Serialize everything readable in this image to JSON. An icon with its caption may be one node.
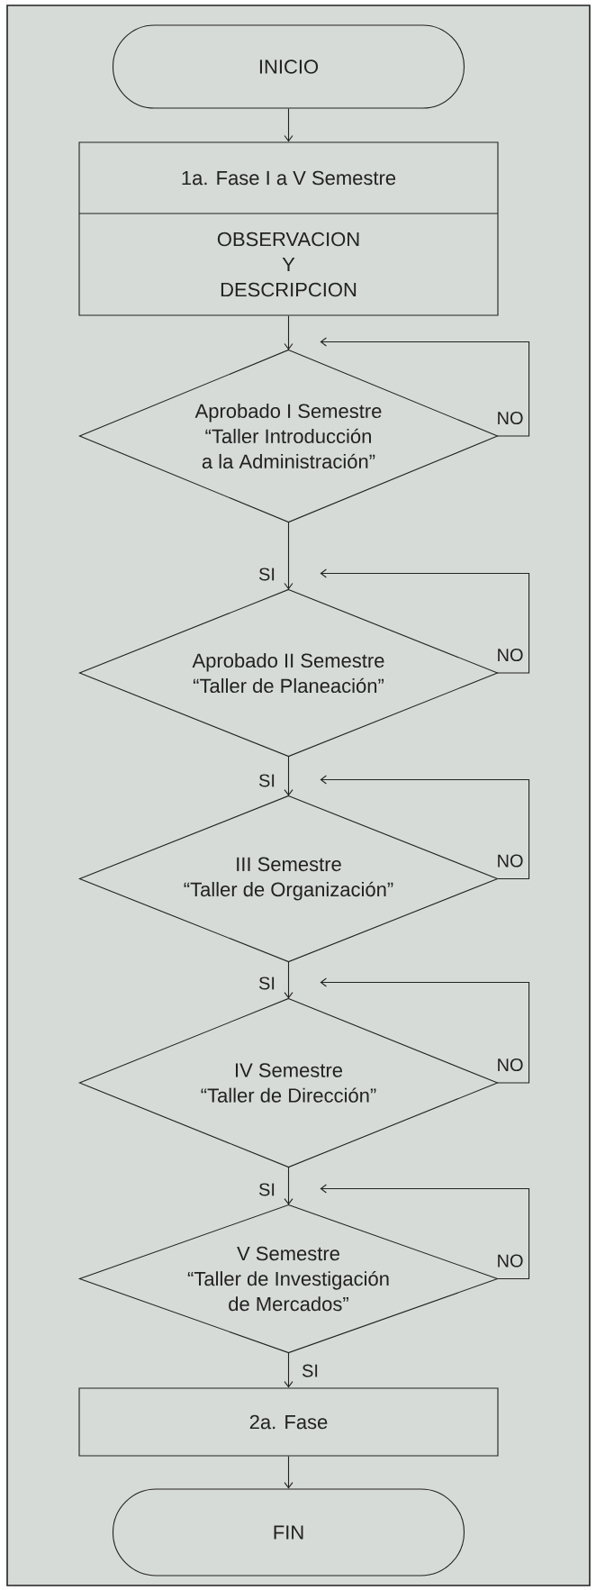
{
  "diagram": {
    "nodes": [
      {
        "text": [
          "INICIO"
        ]
      },
      {
        "text": [
          "1a. Fase I a V Semestre",
          "OBSERVACION Y DESCRIPCION"
        ]
      },
      {
        "text": [
          "Aprobado I Semestre “Taller Introducción a la Administración”"
        ]
      },
      {
        "text": [
          "Aprobado II Semestre “Taller de Planeación”"
        ]
      },
      {
        "text": [
          "III Semestre “Taller de Organización”"
        ]
      },
      {
        "text": [
          "IV Semestre “Taller de Dirección”"
        ]
      },
      {
        "text": [
          "V Semestre “Taller de Investigación de Mercados”"
        ]
      },
      {
        "text": [
          "2a. Fase"
        ]
      },
      {
        "text": [
          "FIN"
        ]
      }
    ],
    "edges": [
      {
        "from": 0,
        "to": 1,
        "arrow": "to"
      },
      {
        "from": 1,
        "to": 2,
        "arrow": "to"
      },
      {
        "from": 2,
        "to": 2,
        "arrow": "to",
        "label": "NO"
      },
      {
        "from": 2,
        "to": 3,
        "arrow": "to",
        "label": "SI"
      },
      {
        "from": 3,
        "to": 3,
        "arrow": "to",
        "label": "NO"
      },
      {
        "from": 3,
        "to": 4,
        "arrow": "to",
        "label": "SI"
      },
      {
        "from": 4,
        "to": 4,
        "arrow": "to",
        "label": "NO"
      },
      {
        "from": 4,
        "to": 5,
        "arrow": "to",
        "label": "SI"
      },
      {
        "from": 5,
        "to": 5,
        "arrow": "to",
        "label": "NO"
      },
      {
        "from": 5,
        "to": 6,
        "arrow": "to",
        "label": "SI"
      },
      {
        "from": 6,
        "to": 6,
        "arrow": "to",
        "label": "NO"
      },
      {
        "from": 6,
        "to": 7,
        "arrow": "to",
        "label": "SI"
      },
      {
        "from": 7,
        "to": 8,
        "arrow": "to"
      }
    ]
  }
}
